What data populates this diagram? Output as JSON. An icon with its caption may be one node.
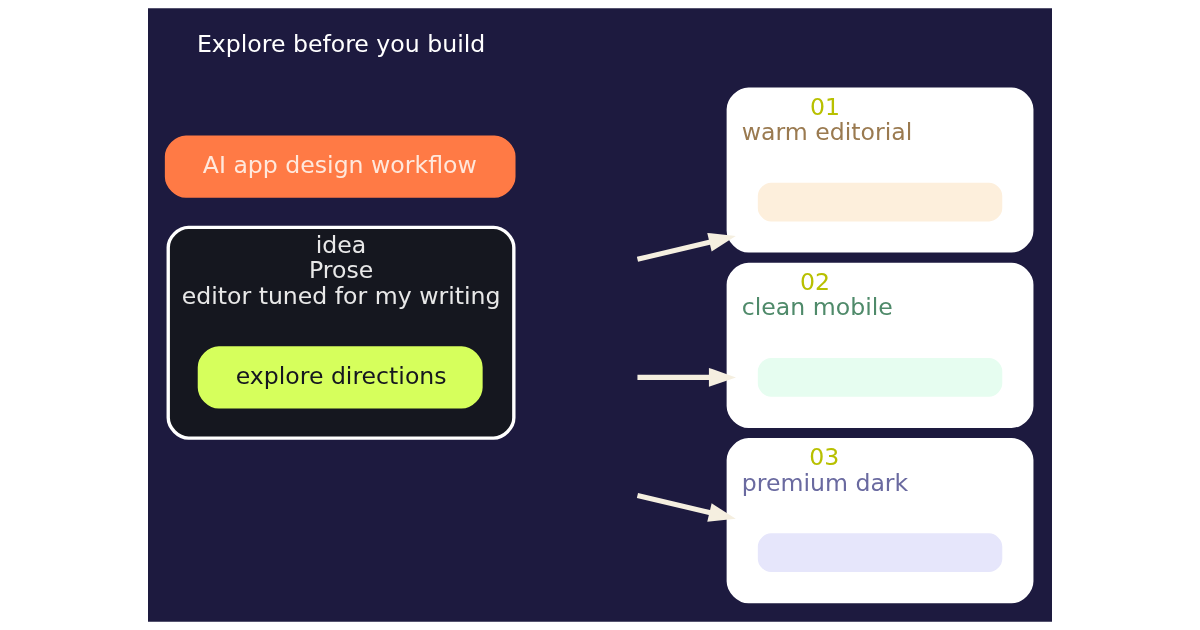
{
  "diagram": {
    "nodes": [
      {
        "text": [
          "AI app design workflow"
        ]
      },
      {
        "text": [
          "idea",
          "Prose",
          "editor tuned for my writing"
        ]
      },
      {
        "text": [
          "explore directions"
        ],
        "in": 1
      },
      {
        "text": [
          "01",
          "warm editorial"
        ]
      },
      {
        "text": [],
        "shape": "bar",
        "in": 3
      },
      {
        "text": [
          "02",
          "clean mobile"
        ]
      },
      {
        "text": [],
        "shape": "bar",
        "in": 5
      },
      {
        "text": [
          "03",
          "premium dark"
        ]
      },
      {
        "text": [],
        "shape": "bar",
        "in": 7
      }
    ],
    "edges": [
      {
        "from": null,
        "to": 3,
        "arrow": "to"
      },
      {
        "from": null,
        "to": 5,
        "arrow": "to"
      },
      {
        "from": null,
        "to": 7,
        "arrow": "to"
      }
    ],
    "labels": [
      "Explore before you build"
    ]
  }
}
